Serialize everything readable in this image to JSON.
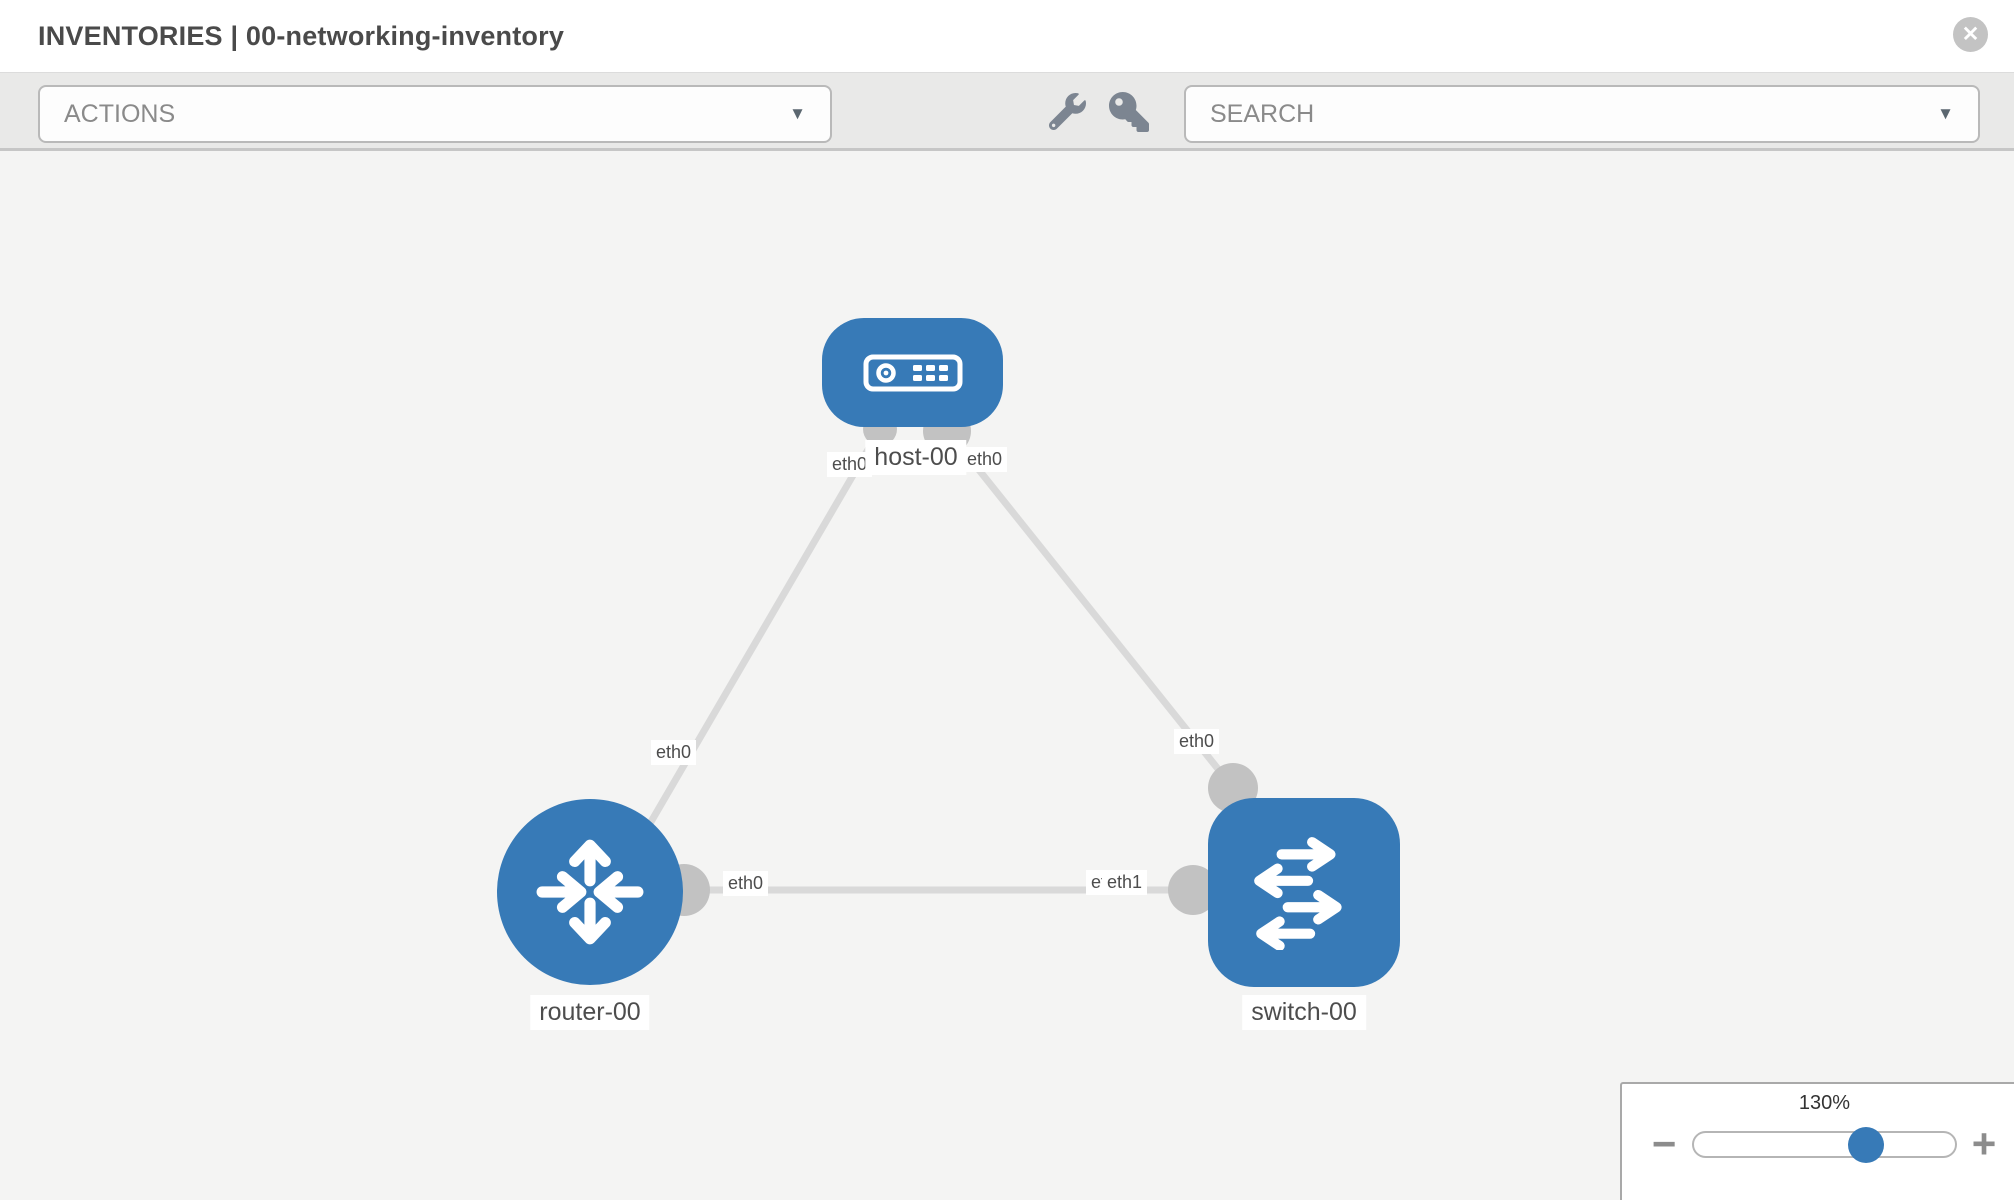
{
  "header": {
    "title": "INVENTORIES | 00-networking-inventory"
  },
  "toolbar": {
    "actions_label": "ACTIONS",
    "search_label": "SEARCH"
  },
  "icons": {
    "caret_down": "▼",
    "close": "✕",
    "minus": "−",
    "plus": "+"
  },
  "diagram": {
    "nodes": [
      {
        "id": "host-00",
        "label": "host-00",
        "type": "host"
      },
      {
        "id": "router-00",
        "label": "router-00",
        "type": "router"
      },
      {
        "id": "switch-00",
        "label": "switch-00",
        "type": "switch"
      }
    ],
    "edges": [
      {
        "from": "host-00",
        "from_port": "eth0",
        "to": "router-00",
        "to_port": "eth0"
      },
      {
        "from": "host-00",
        "from_port": "eth0",
        "to": "switch-00",
        "to_port": "eth0"
      },
      {
        "from": "router-00",
        "from_port": "eth0",
        "to": "switch-00",
        "to_port": "eth1"
      }
    ],
    "port_labels": {
      "host_router_host": "eth0",
      "host_router_router": "eth0",
      "host_switch_host": "eth0",
      "host_switch_switch": "eth0",
      "router_switch_router": "eth0",
      "router_switch_back": "eth0",
      "router_switch_switch": "eth1"
    }
  },
  "zoom_control": {
    "level": "130%"
  },
  "colors": {
    "node_blue": "#377ab7",
    "edge_gray": "#d9d9d9",
    "connector_gray": "#c2c2c2",
    "canvas_bg": "#f4f4f3",
    "toolbar_bg": "#e9e9e8",
    "slider_handle_blue": "#377ab7"
  }
}
